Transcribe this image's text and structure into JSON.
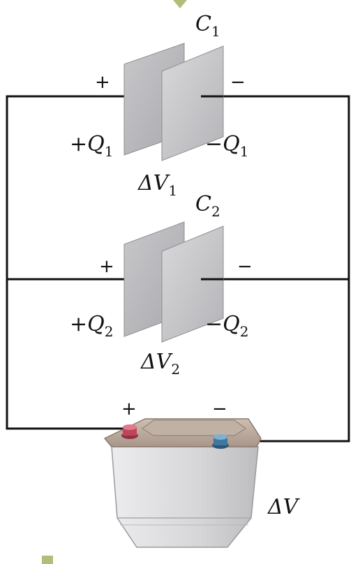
{
  "capacitors": [
    {
      "name": "C",
      "index": "1",
      "plus_sign": "+",
      "minus_sign": "−",
      "charge_plus": "+Q",
      "charge_minus": "−Q",
      "voltage": "ΔV"
    },
    {
      "name": "C",
      "index": "2",
      "plus_sign": "+",
      "minus_sign": "−",
      "charge_plus": "+Q",
      "charge_minus": "−Q",
      "voltage": "ΔV"
    }
  ],
  "battery": {
    "plus_sign": "+",
    "minus_sign": "−",
    "voltage": "ΔV"
  },
  "colors": {
    "wire": "#111111",
    "plate_front": "#c9c9cb",
    "plate_back": "#b7b7ba",
    "battery_body": "#d4d4d6",
    "battery_lid": "#b8a89a",
    "terminal_positive": "#c0455a",
    "terminal_negative": "#3f77a0",
    "corner_mark": "#b2bd7a"
  }
}
